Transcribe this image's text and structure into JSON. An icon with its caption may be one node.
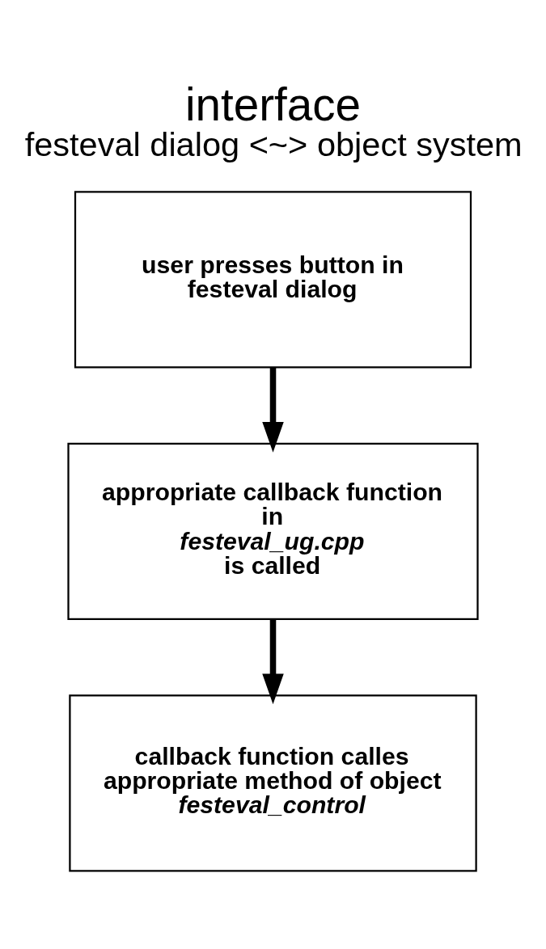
{
  "diagram": {
    "title": "interface",
    "caption": "festeval dialog <~> object system",
    "nodes": [
      {
        "text": [
          "user presses button in festeval dialog"
        ]
      },
      {
        "text": [
          "appropriate callback function in *festeval_ug.cpp* is called"
        ]
      },
      {
        "text": [
          "callback function calles appropriate method of object *festeval_control*"
        ]
      }
    ],
    "edges": [
      {
        "from": 0,
        "to": 1,
        "arrow": "to"
      },
      {
        "from": 1,
        "to": 2,
        "arrow": "to"
      }
    ]
  }
}
